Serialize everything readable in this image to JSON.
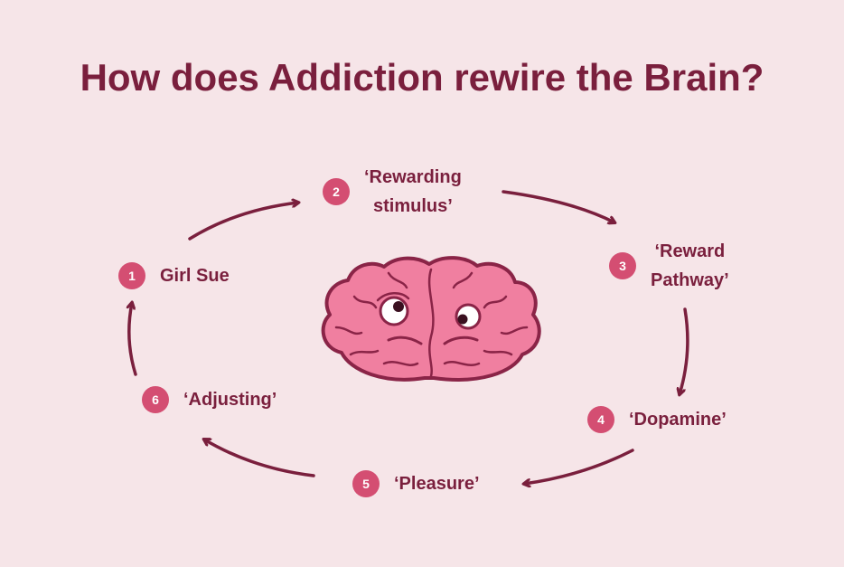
{
  "title": "How does Addiction rewire the Brain?",
  "colors": {
    "background": "#f6e5e8",
    "title": "#7a1f3d",
    "badge": "#d44e72",
    "arrow": "#7a1f3d",
    "brain": "#f07fa0",
    "brain_outline": "#8a2447"
  },
  "steps": [
    {
      "number": "1",
      "label": "Girl Sue"
    },
    {
      "number": "2",
      "label": "‘Rewarding\nstimulus’"
    },
    {
      "number": "3",
      "label": "‘Reward\nPathway’"
    },
    {
      "number": "4",
      "label": "‘Dopamine’"
    },
    {
      "number": "5",
      "label": "‘Pleasure’"
    },
    {
      "number": "6",
      "label": "‘Adjusting’"
    }
  ],
  "center_icon": "cartoon-brain-icon"
}
